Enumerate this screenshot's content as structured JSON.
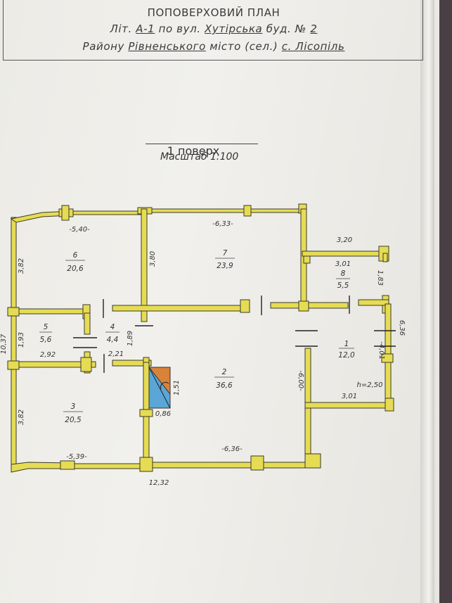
{
  "header": {
    "title": "ПОПОВЕРХОВИЙ ПЛАН",
    "line2": {
      "lit_prefix": "Літ.",
      "lit_value": "А-1",
      "street_prefix": "по вул.",
      "street_value": "Хутірська",
      "house_prefix": "буд. №",
      "house_value": "2"
    },
    "line3": {
      "district_prefix": "Району",
      "district_value": "Рівненського",
      "city_prefix": "місто (сел.)",
      "city_value": "с. Лісопіль"
    }
  },
  "floor": {
    "title": "1 поверх",
    "scale": "Масштаб 1:100"
  },
  "rooms": [
    {
      "number": "1",
      "area": "12,0"
    },
    {
      "number": "2",
      "area": "36,6"
    },
    {
      "number": "3",
      "area": "20,5"
    },
    {
      "number": "4",
      "area": "4,4"
    },
    {
      "number": "5",
      "area": "5,6"
    },
    {
      "number": "6",
      "area": "20,6"
    },
    {
      "number": "7",
      "area": "23,9"
    },
    {
      "number": "8",
      "area": "5,5"
    }
  ],
  "dimensions": {
    "top_left": "-5,40-",
    "top_mid": "-6,33-",
    "right_top": "3,20",
    "room8_width": "3,01",
    "room8_height": "1,83",
    "right_height": "6,36",
    "room1_height": "-4,01-",
    "ceiling_height": "h=2,50",
    "room1_bottom": "3,01",
    "room2_right": "-6,00-",
    "stair_height": "1,51",
    "stair_width": "0,86",
    "bottom_left": "-5,39-",
    "bottom_mid": "-6,36-",
    "total_width": "12,32",
    "left_total": "10,37",
    "left_top": "3,82",
    "left_mid": "1,93",
    "left_bottom": "3,82",
    "room5_width": "2,92",
    "room4_width": "2,21",
    "room4_height": "1,89",
    "room7_left": "3,80"
  },
  "colors": {
    "wall": "#e6dc54",
    "stair_blue": "#5aa6d6",
    "stair_orange": "#d9823a"
  }
}
